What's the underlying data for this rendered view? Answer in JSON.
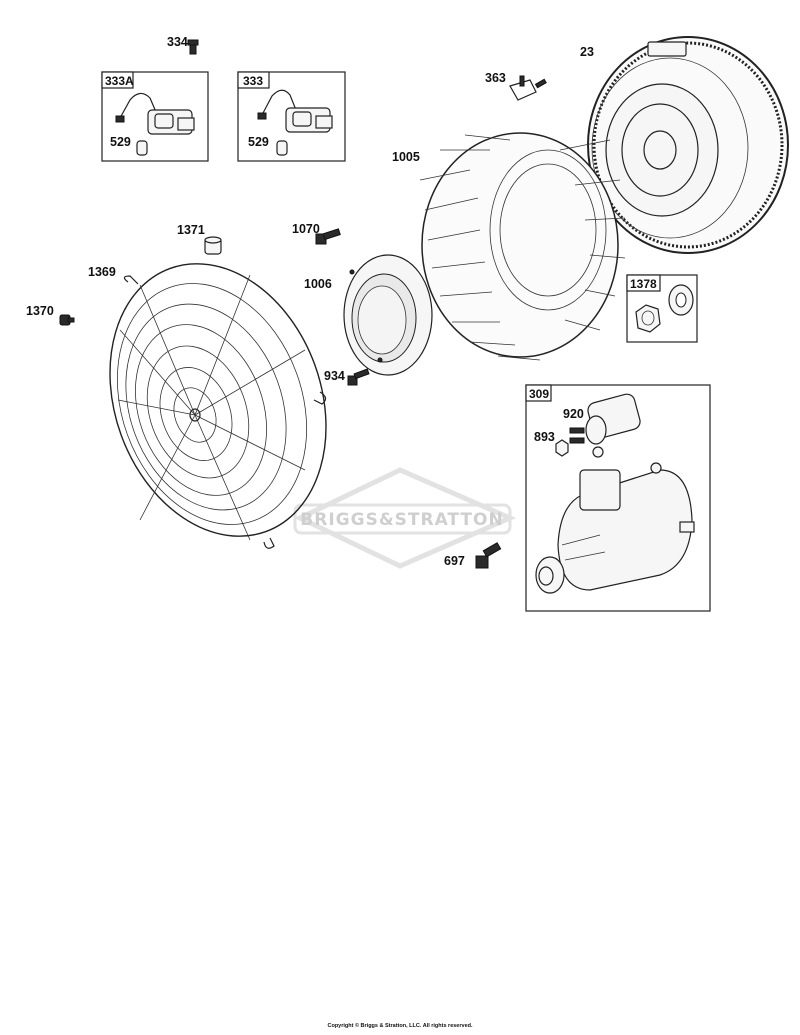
{
  "parts": {
    "p334": "334",
    "p333A": "333A",
    "p333": "333",
    "p529a": "529",
    "p529b": "529",
    "p363": "363",
    "p23": "23",
    "p1005": "1005",
    "p1371": "1371",
    "p1070": "1070",
    "p1369": "1369",
    "p1006": "1006",
    "p1370": "1370",
    "p1378": "1378",
    "p934": "934",
    "p309": "309",
    "p920": "920",
    "p893": "893",
    "p697": "697"
  },
  "watermark": "BRIGGS&STRATTON",
  "copyright": "Copyright © Briggs & Stratton, LLC. All rights reserved.",
  "icons": [
    "ignition-coil-icon",
    "flywheel-icon",
    "fan-icon",
    "fan-guard-icon",
    "starter-motor-icon",
    "bolt-icon",
    "nut-icon",
    "washer-icon"
  ]
}
